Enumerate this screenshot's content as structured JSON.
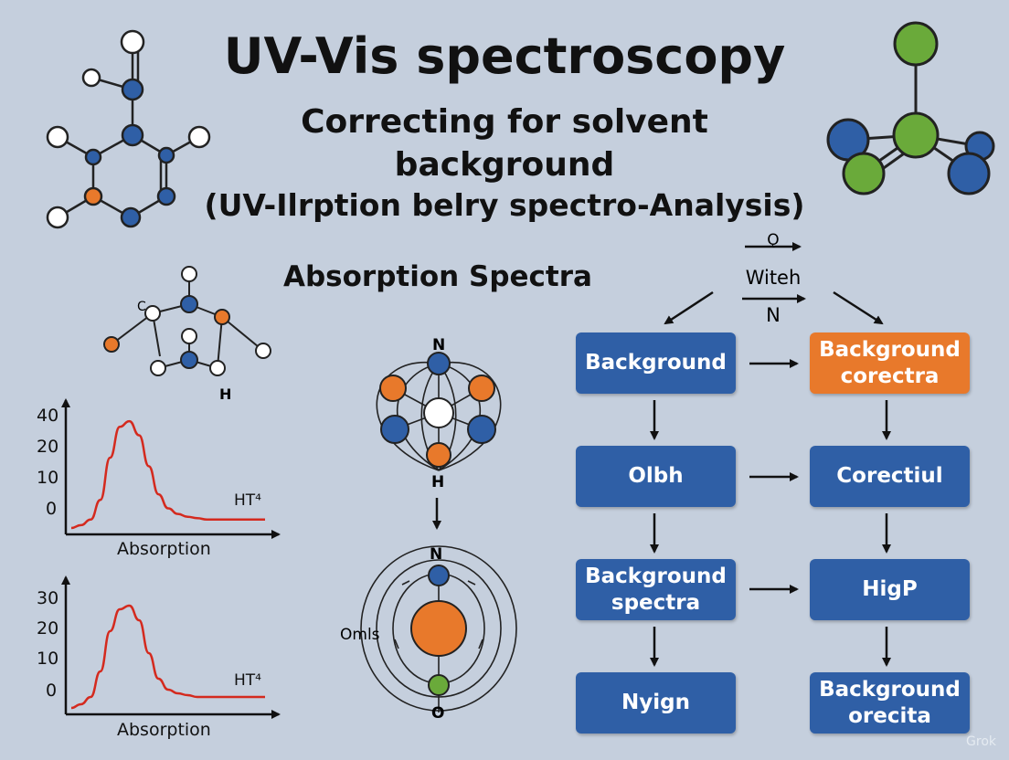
{
  "title": "UV-Vis spectroscopy",
  "subtitle_line1": "Correcting for solvent",
  "subtitle_line2": "background",
  "subtitle_line3": "(UV-Ilrption  belry spectro-Analysis)",
  "section_title": "Absorption Spectra",
  "molecule_labels": {
    "c": "C",
    "h": "H",
    "n_top": "N",
    "h_atom": "H",
    "n_mid": "N",
    "omls": "Omls",
    "o_bottom": "O"
  },
  "flow": {
    "switch_symbol": "Ǫ",
    "switch_label": "Witeh",
    "switch_n": "N",
    "boxes": [
      {
        "label": "Background",
        "color": "blue"
      },
      {
        "label": "Background\ncorectra",
        "color": "orange"
      },
      {
        "label": "Olbh",
        "color": "blue"
      },
      {
        "label": "Corectiul",
        "color": "blue"
      },
      {
        "label": "Background\nspectra",
        "color": "blue"
      },
      {
        "label": "HigP",
        "color": "blue"
      },
      {
        "label": "Nyign",
        "color": "blue"
      },
      {
        "label": "Background\norecita",
        "color": "blue"
      }
    ]
  },
  "colors": {
    "atom_blue": "#2f5fa6",
    "atom_green": "#6aaa3a",
    "atom_orange": "#e8792b",
    "curve_red": "#d42a1e",
    "box_blue": "#2f5fa6",
    "box_orange": "#e8792b"
  },
  "chart_data": [
    {
      "type": "line",
      "xlabel": "Absorption",
      "ylabel": "",
      "y_ticks": [
        "40",
        "20",
        "10",
        "0"
      ],
      "ylim": [
        0,
        40
      ],
      "annotation": "HT⁴",
      "series": [
        {
          "x": [
            0,
            1,
            2,
            3,
            4,
            5,
            6,
            7,
            8,
            9,
            10,
            11,
            12,
            13,
            14,
            15,
            16,
            17,
            18,
            19,
            20
          ],
          "y": [
            0,
            1,
            3,
            10,
            25,
            36,
            38,
            33,
            22,
            12,
            7,
            5,
            4,
            3.5,
            3,
            3,
            3,
            3,
            3,
            3,
            3
          ]
        }
      ]
    },
    {
      "type": "line",
      "xlabel": "Absorption",
      "ylabel": "",
      "y_ticks": [
        "30",
        "20",
        "10",
        "0"
      ],
      "ylim": [
        0,
        30
      ],
      "annotation": "HT⁴",
      "series": [
        {
          "x": [
            0,
            1,
            2,
            3,
            4,
            5,
            6,
            7,
            8,
            9,
            10,
            11,
            12,
            13,
            14,
            15,
            16,
            17,
            18,
            19,
            20
          ],
          "y": [
            0,
            1,
            3,
            10,
            21,
            27,
            28,
            24,
            15,
            8,
            5,
            4,
            3.5,
            3,
            3,
            3,
            3,
            3,
            3,
            3,
            3
          ]
        }
      ]
    }
  ],
  "watermark": "Grok"
}
